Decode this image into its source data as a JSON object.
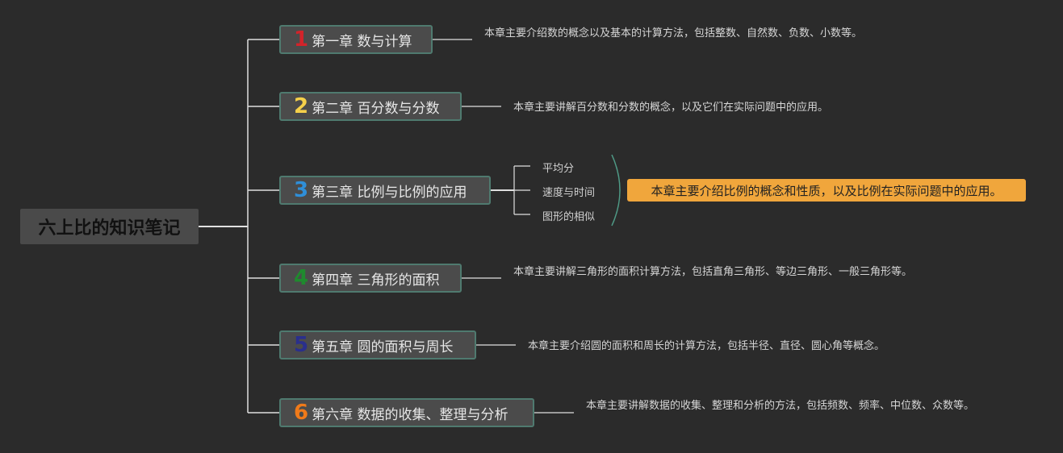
{
  "root": {
    "title": "六上比的知识笔记"
  },
  "chapters": [
    {
      "num": "1",
      "num_color": "#d2232a",
      "label": "第一章 数与计算",
      "desc": "本章主要介绍数的概念以及基本的计算方法，包括整数、自然数、负数、小数等。"
    },
    {
      "num": "2",
      "num_color": "#f5d04a",
      "label": "第二章 百分数与分数",
      "desc": "本章主要讲解百分数和分数的概念，以及它们在实际问题中的应用。"
    },
    {
      "num": "3",
      "num_color": "#2f8fd9",
      "label": "第三章 比例与比例的应用",
      "subtopics": [
        "平均分",
        "速度与时间",
        "图形的相似"
      ],
      "summary": "本章主要介绍比例的概念和性质，以及比例在实际问题中的应用。"
    },
    {
      "num": "4",
      "num_color": "#1f8a2e",
      "label": "第四章 三角形的面积",
      "desc": "本章主要讲解三角形的面积计算方法，包括直角三角形、等边三角形、一般三角形等。"
    },
    {
      "num": "5",
      "num_color": "#2a2f8c",
      "label": "第五章 圆的面积与周长",
      "desc": "本章主要介绍圆的面积和周长的计算方法，包括半径、直径、圆心角等概念。"
    },
    {
      "num": "6",
      "num_color": "#f07a1a",
      "label": "第六章 数据的收集、整理与分析",
      "desc": "本章主要讲解数据的收集、整理和分析的方法，包括频数、频率、中位数、众数等。"
    }
  ],
  "colors": {
    "background": "#2b2b2b",
    "connector": "#e0e0e0",
    "node_border": "#4f7a6f",
    "highlight": "#f0a63c"
  }
}
